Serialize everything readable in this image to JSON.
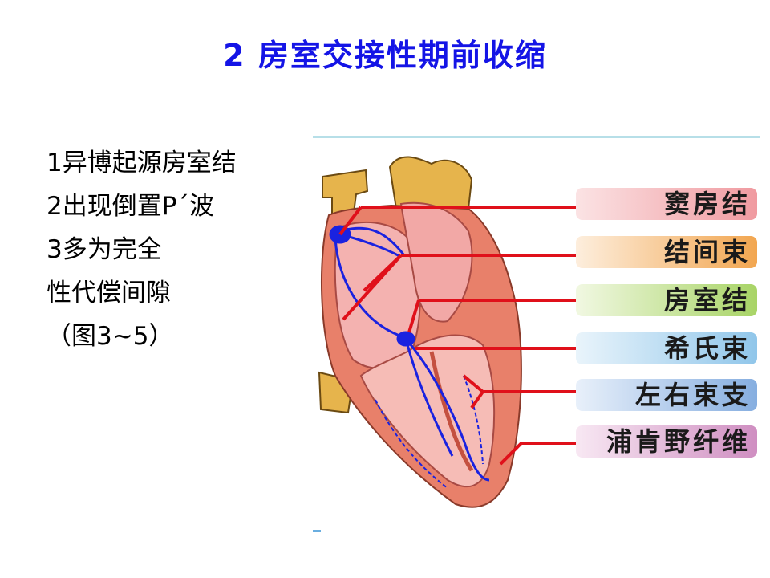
{
  "slide": {
    "title": "2 房室交接性期前收缩",
    "bullets": [
      "1异博起源房室结",
      "2出现倒置P´波",
      "3多为完全",
      "性代偿间隙",
      "（图3~5）"
    ]
  },
  "diagram": {
    "labels": [
      {
        "text": "窦房结",
        "color": "#f2a2a6"
      },
      {
        "text": "结间束",
        "color": "#f5b46a"
      },
      {
        "text": "房室结",
        "color": "#b8dd7a"
      },
      {
        "text": "希氏束",
        "color": "#a8d4ee"
      },
      {
        "text": "左右束支",
        "color": "#9fc0e6"
      },
      {
        "text": "浦肯野纤维",
        "color": "#d9a2cc"
      }
    ],
    "colors": {
      "pointer": "#e0101a",
      "conduction": "#1a22e0",
      "atria": "#f4b2b0",
      "myocardium": "#e8806a",
      "vessels": "#e4b04a"
    }
  }
}
